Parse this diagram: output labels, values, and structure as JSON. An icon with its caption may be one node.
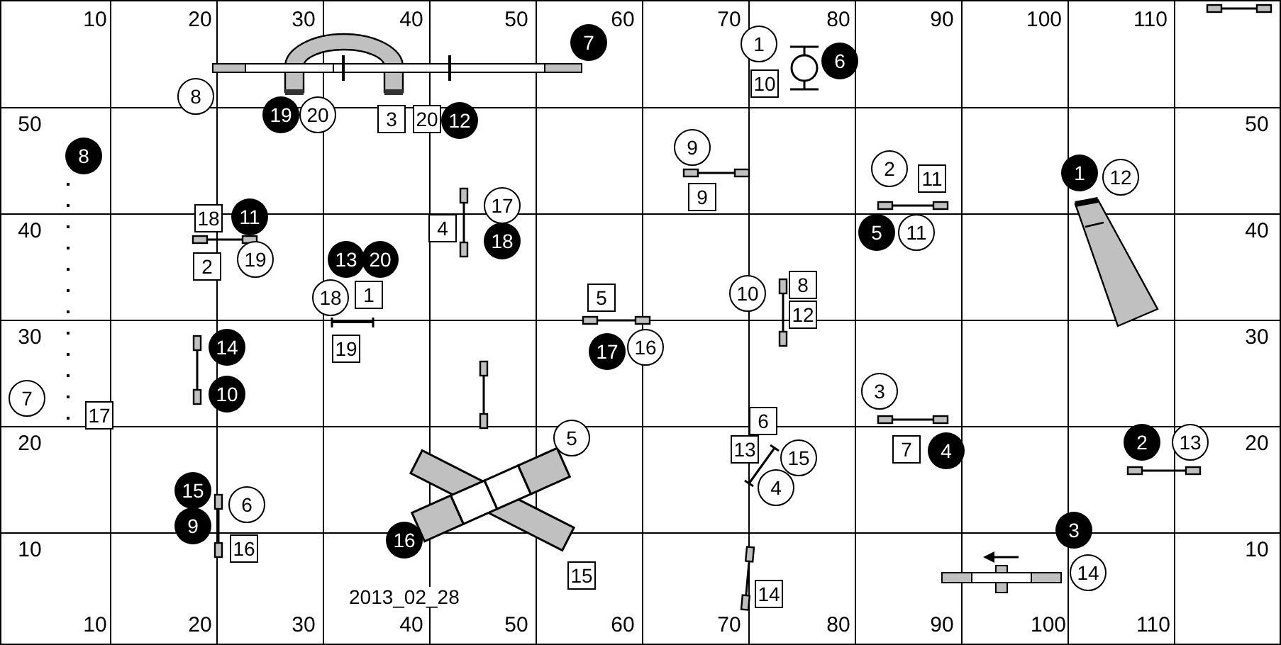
{
  "diagram": {
    "labels": [
      "10",
      "20",
      "30",
      "40",
      "50",
      "60",
      "70",
      "80",
      "90",
      "100",
      "110",
      "7",
      "1",
      "10",
      "6",
      "50",
      "8",
      "19",
      "20",
      "3",
      "20",
      "12",
      "50",
      "8",
      "9",
      "2",
      "11",
      "1",
      "12",
      "17",
      "9",
      "40",
      "18",
      "11",
      "4",
      "18",
      "5",
      "11",
      "40",
      "2",
      "19",
      "13",
      "20",
      "18",
      "1",
      "5",
      "10",
      "8",
      "12",
      "30",
      "14",
      "19",
      "17",
      "16",
      "30",
      "7",
      "17",
      "10",
      "6",
      "3",
      "20",
      "5",
      "13",
      "15",
      "7",
      "4",
      "2",
      "13",
      "20",
      "15",
      "6",
      "4",
      "10",
      "9",
      "16",
      "16",
      "3",
      "10",
      "2013_02_28",
      "15",
      "14",
      "14",
      "10",
      "20",
      "30",
      "40",
      "50",
      "60",
      "70",
      "80",
      "90",
      "100",
      "110"
    ]
  }
}
